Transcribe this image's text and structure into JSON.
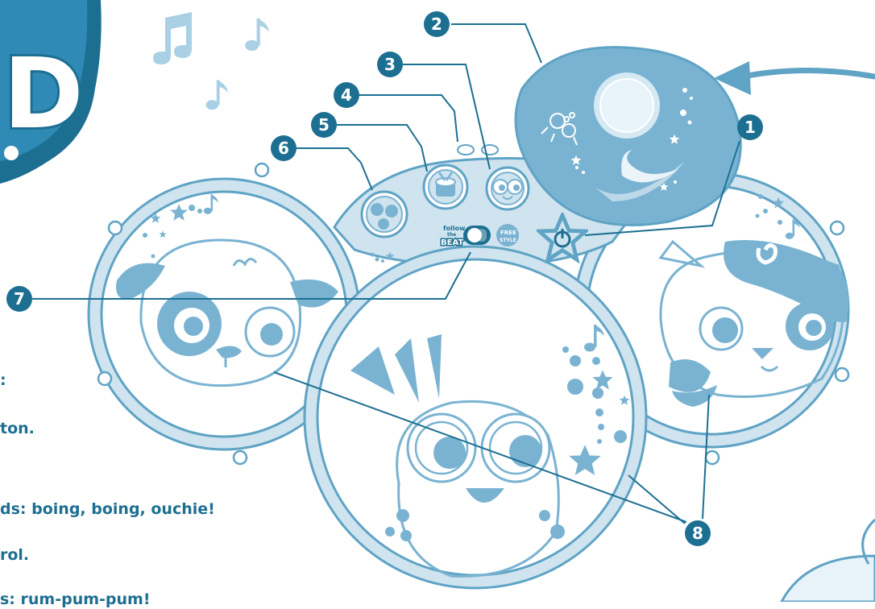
{
  "title_fragment": "D",
  "callouts": [
    "1",
    "2",
    "3",
    "4",
    "5",
    "6",
    "7",
    "8"
  ],
  "switch_labels": {
    "left_line1": "follow",
    "left_line2": "the",
    "left_line3": "BEAT",
    "right_line1": "FREE",
    "right_line2": "STYLE"
  },
  "instruction_lines": [
    ":",
    "ton.",
    "ds: boing, boing, ouchie!",
    "rol.",
    "s: rum-pum-pum!"
  ],
  "colors": {
    "drum_fill": "#e7f3f9",
    "outline": "#5fa3c5",
    "accent": "#7ab3d2",
    "dark_blue": "#1d6f92",
    "callout_fill": "#1d6f92"
  },
  "icons": [
    "music-note-icon",
    "star-icon",
    "power-icon",
    "arrow-icon"
  ]
}
